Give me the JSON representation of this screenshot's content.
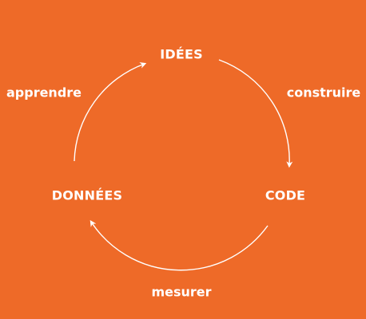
{
  "colors": {
    "background": "#ee6a28",
    "foreground": "#ffffff"
  },
  "nodes": {
    "ideas": "IDÉES",
    "code": "CODE",
    "data": "DONNÉES"
  },
  "edges": {
    "build": "construire",
    "measure": "mesurer",
    "learn": "apprendre"
  }
}
